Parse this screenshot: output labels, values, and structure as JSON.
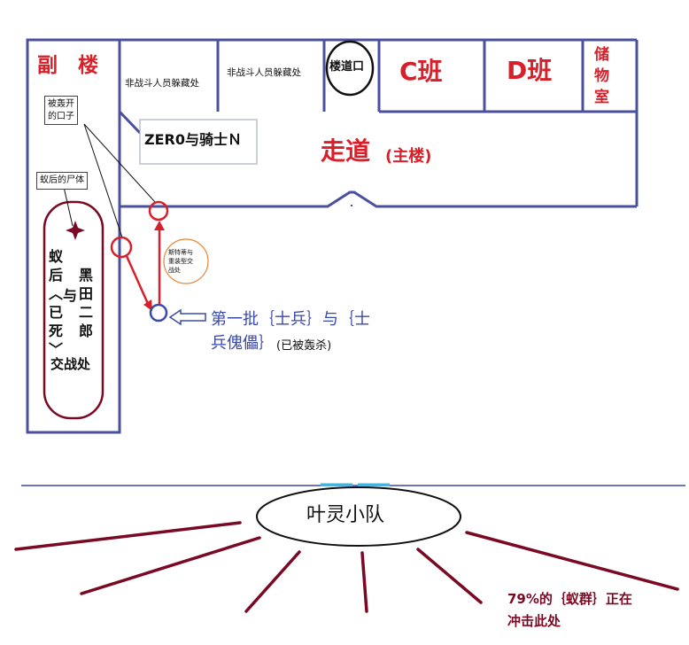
{
  "building": {
    "annex_label": "副　楼",
    "rooms": {
      "room1": "非战斗人员躲藏处",
      "room2": "非战斗人员躲藏处",
      "stairs": "楼道口",
      "class_c": "C班",
      "class_d": "D班",
      "storage": "储\n物\n室"
    },
    "zero_label": "ZER0与骑士Ｎ",
    "corridor_main": "走道",
    "corridor_sub": "(主楼)"
  },
  "annotations": {
    "breach": "被轰开\n的口子",
    "queen_body": "蚁后的尸体",
    "queen_col1": "蚁\n后\n︿\n已\n死\n﹀",
    "queen_col2": "与",
    "queen_col3": "黑\n田\n二\n郎",
    "queen_bottom": "交战处",
    "fight_circle": "斯特蒂与\n重装型交\n战处",
    "first_batch_line1": "第一批｛士兵｝与｛士",
    "first_batch_line2": "兵傀儡｝",
    "first_batch_note": "(已被轰杀)"
  },
  "squad": {
    "name": "叶灵小队"
  },
  "swarm": {
    "line1": "79%的｛蚁群｝正在",
    "line2": "冲击此处"
  },
  "colors": {
    "wall": "#4a4f9e",
    "red": "#d8202a",
    "dark_red": "#7a0a24",
    "blue_text": "#3b4aa8",
    "orange": "#e8863a",
    "cyan": "#38b8e0"
  }
}
